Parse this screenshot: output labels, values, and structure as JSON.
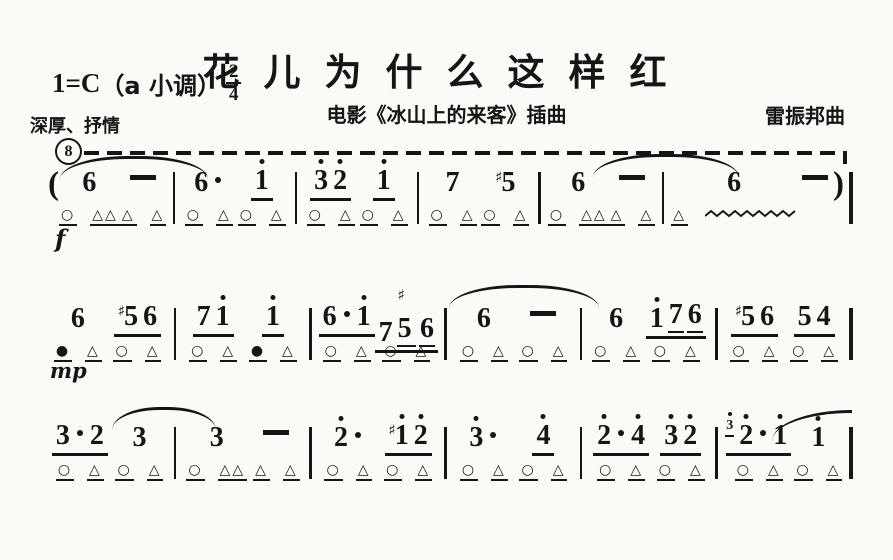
{
  "header": {
    "key_signature": "1=C",
    "mode": "（a 小调）",
    "time_signature": {
      "numerator": "2",
      "denominator": "4"
    },
    "expression": "深厚、抒情",
    "title": "花儿为什么这样红",
    "subtitle": "电影《冰山上的来客》插曲",
    "composer": "雷振邦曲",
    "octave_mark": "8"
  },
  "legend": {
    "blow_symbol": "○",
    "blow_symbol_filled": "●",
    "draw_symbol": "△"
  },
  "score": {
    "lines": [
      {
        "measures": [
          {
            "open": "(",
            "cells": [
              {
                "tokens": [
                  {
                    "n": "6"
                  }
                ],
                "markers": [
                  "○",
                  "△△"
                ],
                "dyn": "f"
              },
              {
                "tokens": [
                  {
                    "dash": true
                  }
                ],
                "markers": [
                  "△",
                  "△"
                ]
              }
            ]
          },
          {
            "cells": [
              {
                "tokens": [
                  {
                    "n": "6"
                  },
                  {
                    "dot": true
                  }
                ],
                "markers": [
                  "○",
                  "△"
                ]
              },
              {
                "tokens": [
                  {
                    "n": "1",
                    "hi": true
                  }
                ],
                "u": true,
                "markers": [
                  "○",
                  "△"
                ]
              }
            ]
          },
          {
            "cells": [
              {
                "tokens": [
                  {
                    "n": "3",
                    "hi": true
                  },
                  {
                    "n": "2",
                    "hi": true
                  }
                ],
                "u": true,
                "markers": [
                  "○",
                  "△"
                ]
              },
              {
                "tokens": [
                  {
                    "n": "1",
                    "hi": true
                  }
                ],
                "u": true,
                "markers": [
                  "○",
                  "△"
                ]
              }
            ]
          },
          {
            "cells": [
              {
                "tokens": [
                  {
                    "n": "7"
                  }
                ],
                "markers": [
                  "○",
                  "△"
                ]
              },
              {
                "tokens": [
                  {
                    "n": "5",
                    "sharp": true
                  }
                ],
                "markers": [
                  "○",
                  "△"
                ]
              }
            ]
          },
          {
            "cells": [
              {
                "tokens": [
                  {
                    "n": "6"
                  }
                ],
                "markers": [
                  "○",
                  "△△"
                ]
              },
              {
                "tokens": [
                  {
                    "dash": true
                  }
                ],
                "markers": [
                  "△",
                  "△"
                ]
              }
            ]
          },
          {
            "close": ")",
            "final": true,
            "cells": [
              {
                "tokens": [
                  {
                    "n": "6"
                  }
                ],
                "markers": [
                  "△"
                ],
                "wavy": true
              },
              {
                "tokens": [
                  {
                    "dash": true
                  }
                ],
                "markers": []
              }
            ]
          }
        ]
      },
      {
        "measures": [
          {
            "cells": [
              {
                "tokens": [
                  {
                    "n": "6"
                  }
                ],
                "markers": [
                  "●",
                  "△"
                ],
                "dyn": "mp"
              },
              {
                "tokens": [
                  {
                    "n": "5",
                    "sharp": true
                  },
                  {
                    "n": "6"
                  }
                ],
                "u": true,
                "markers": [
                  "○",
                  "△"
                ]
              }
            ]
          },
          {
            "cells": [
              {
                "tokens": [
                  {
                    "n": "7"
                  },
                  {
                    "n": "1",
                    "hi": true
                  }
                ],
                "u": true,
                "markers": [
                  "○",
                  "△"
                ]
              },
              {
                "tokens": [
                  {
                    "n": "1",
                    "hi": true
                  }
                ],
                "u": true,
                "markers": [
                  "●",
                  "△"
                ]
              }
            ]
          },
          {
            "cells": [
              {
                "tokens": [
                  {
                    "n": "6"
                  },
                  {
                    "dot": true
                  },
                  {
                    "n": "1",
                    "hi": true
                  }
                ],
                "u": true,
                "markers": [
                  "○",
                  "△"
                ]
              },
              {
                "tokens": [
                  {
                    "n": "7"
                  },
                  {
                    "n": "5",
                    "sharp": true,
                    "db": true
                  },
                  {
                    "n": "6",
                    "db": true
                  }
                ],
                "u": true,
                "markers": [
                  "○",
                  "△"
                ]
              }
            ]
          },
          {
            "cells": [
              {
                "tokens": [
                  {
                    "n": "6"
                  }
                ],
                "markers": [
                  "○",
                  "△"
                ]
              },
              {
                "tokens": [
                  {
                    "dash": true
                  }
                ],
                "markers": [
                  "○",
                  "△"
                ]
              }
            ]
          },
          {
            "cells": [
              {
                "tokens": [
                  {
                    "n": "6"
                  }
                ],
                "markers": [
                  "○",
                  "△"
                ]
              },
              {
                "tokens": [
                  {
                    "n": "1",
                    "hi": true
                  },
                  {
                    "n": "7",
                    "db": true
                  },
                  {
                    "n": "6",
                    "db": true
                  }
                ],
                "u": true,
                "markers": [
                  "○",
                  "△"
                ]
              }
            ]
          },
          {
            "final": true,
            "cells": [
              {
                "tokens": [
                  {
                    "n": "5",
                    "sharp": true
                  },
                  {
                    "n": "6"
                  }
                ],
                "u": true,
                "markers": [
                  "○",
                  "△"
                ]
              },
              {
                "tokens": [
                  {
                    "n": "5"
                  },
                  {
                    "n": "4"
                  }
                ],
                "u": true,
                "markers": [
                  "○",
                  "△"
                ]
              }
            ]
          }
        ]
      },
      {
        "measures": [
          {
            "cells": [
              {
                "tokens": [
                  {
                    "n": "3"
                  },
                  {
                    "dot": true
                  },
                  {
                    "n": "2"
                  }
                ],
                "u": true,
                "markers": [
                  "○",
                  "△"
                ]
              },
              {
                "tokens": [
                  {
                    "n": "3"
                  }
                ],
                "markers": [
                  "○",
                  "△"
                ]
              }
            ]
          },
          {
            "cells": [
              {
                "tokens": [
                  {
                    "n": "3"
                  }
                ],
                "markers": [
                  "○",
                  "△△"
                ]
              },
              {
                "tokens": [
                  {
                    "dash": true
                  }
                ],
                "markers": [
                  "△",
                  "△"
                ]
              }
            ]
          },
          {
            "cells": [
              {
                "tokens": [
                  {
                    "n": "2",
                    "hi": true
                  },
                  {
                    "dot": true
                  }
                ],
                "markers": [
                  "○",
                  "△"
                ]
              },
              {
                "tokens": [
                  {
                    "n": "1",
                    "hi": true,
                    "sharp": true
                  },
                  {
                    "n": "2",
                    "hi": true
                  }
                ],
                "u": true,
                "markers": [
                  "○",
                  "△"
                ]
              }
            ]
          },
          {
            "cells": [
              {
                "tokens": [
                  {
                    "n": "3",
                    "hi": true
                  },
                  {
                    "dot": true
                  }
                ],
                "markers": [
                  "○",
                  "△"
                ]
              },
              {
                "tokens": [
                  {
                    "n": "4",
                    "hi": true
                  }
                ],
                "u": true,
                "markers": [
                  "○",
                  "△"
                ]
              }
            ]
          },
          {
            "cells": [
              {
                "tokens": [
                  {
                    "n": "2",
                    "hi": true
                  },
                  {
                    "dot": true
                  },
                  {
                    "n": "4",
                    "hi": true
                  }
                ],
                "u": true,
                "markers": [
                  "○",
                  "△"
                ]
              },
              {
                "tokens": [
                  {
                    "n": "3",
                    "hi": true
                  },
                  {
                    "n": "2",
                    "hi": true
                  }
                ],
                "u": true,
                "markers": [
                  "○",
                  "△"
                ]
              }
            ]
          },
          {
            "final": true,
            "cells": [
              {
                "grace": {
                  "n": "3",
                  "hi": true
                },
                "tokens": [
                  {
                    "n": "2",
                    "hi": true
                  },
                  {
                    "dot": true
                  },
                  {
                    "n": "1",
                    "hi": true
                  }
                ],
                "u": true,
                "markers": [
                  "○",
                  "△"
                ]
              },
              {
                "tokens": [
                  {
                    "n": "1",
                    "hi": true
                  }
                ],
                "markers": [
                  "○",
                  "△"
                ]
              }
            ]
          }
        ]
      }
    ]
  }
}
